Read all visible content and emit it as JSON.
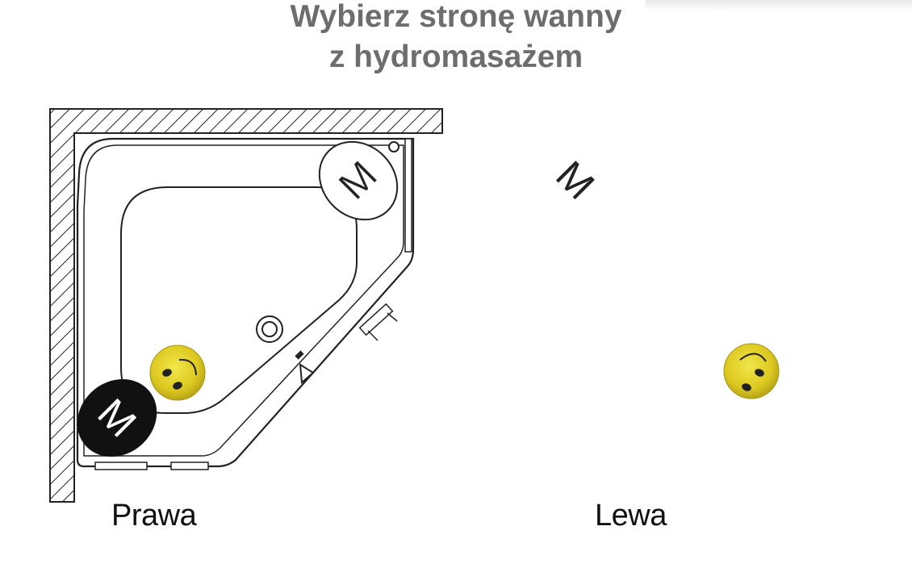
{
  "title": {
    "line1": "Wybierz stronę wanny",
    "line2": "z hydromasażem"
  },
  "options": [
    {
      "label": "Prawa",
      "massage_mark": "M"
    },
    {
      "label": "Lewa",
      "massage_mark": "M"
    }
  ],
  "colors": {
    "outline": "#222222",
    "title": "#6d6d6d",
    "smiley_fill": "#e6d72a",
    "massage_pad_dark": "#111111"
  },
  "icons": [
    "hatched-wall",
    "massage-jet-icon",
    "drain-icon",
    "smiley-icon",
    "door-handle-arrow-icon"
  ]
}
